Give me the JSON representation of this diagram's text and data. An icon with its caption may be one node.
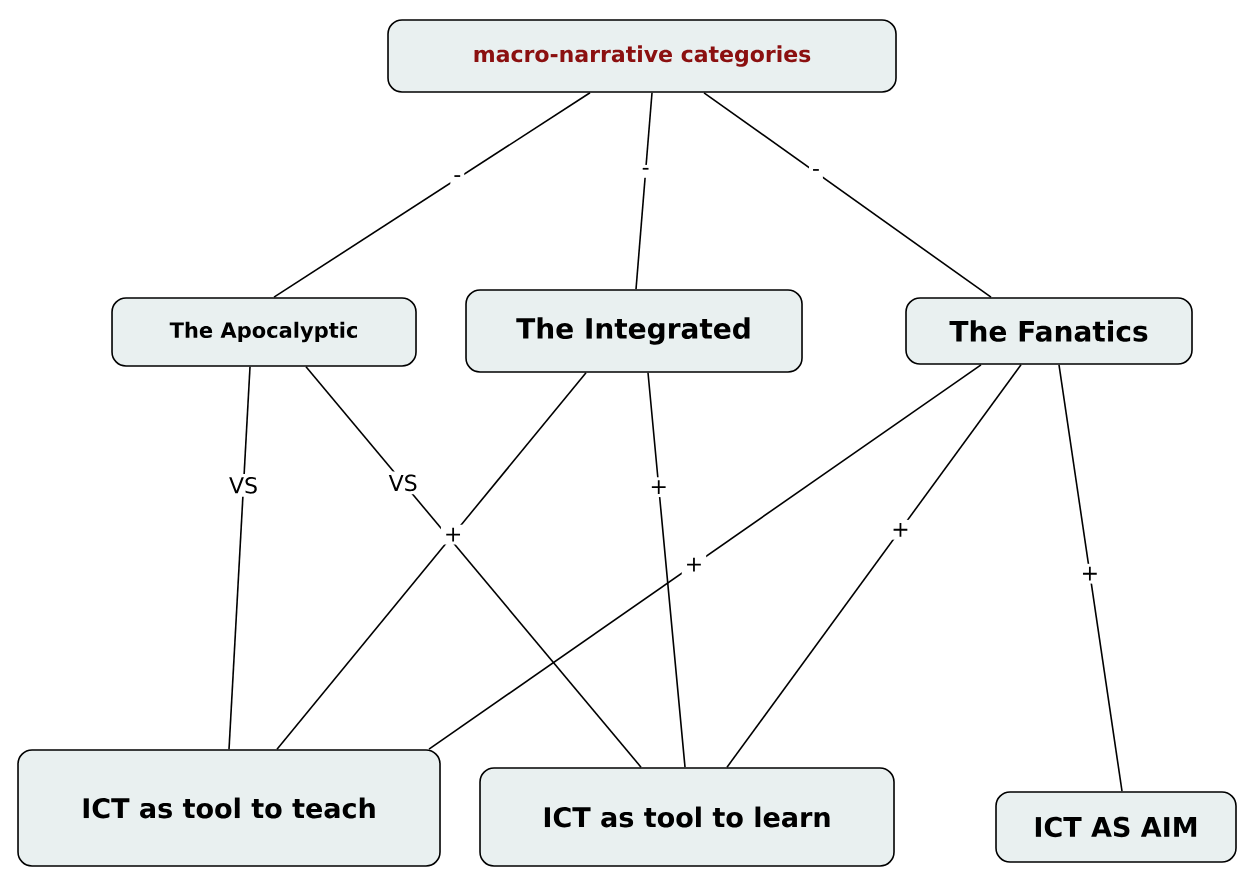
{
  "diagram": {
    "nodes": [
      {
        "text": [
          "macro-narrative categories"
        ]
      },
      {
        "text": [
          "The Apocalyptic"
        ]
      },
      {
        "text": [
          "The Integrated"
        ]
      },
      {
        "text": [
          "The Fanatics"
        ]
      },
      {
        "text": [
          "ICT as tool to teach"
        ]
      },
      {
        "text": [
          "ICT as tool to learn"
        ]
      },
      {
        "text": [
          "ICT AS AIM"
        ]
      }
    ],
    "edges": [
      {
        "from": 0,
        "to": 1,
        "arrow": "none",
        "label": "-"
      },
      {
        "from": 0,
        "to": 2,
        "arrow": "none",
        "label": "-"
      },
      {
        "from": 0,
        "to": 3,
        "arrow": "none",
        "label": "-"
      },
      {
        "from": 1,
        "to": 4,
        "arrow": "none",
        "label": "VS"
      },
      {
        "from": 1,
        "to": 5,
        "arrow": "none",
        "label": "VS"
      },
      {
        "from": 2,
        "to": 4,
        "arrow": "none",
        "label": "+"
      },
      {
        "from": 2,
        "to": 5,
        "arrow": "none",
        "label": "+"
      },
      {
        "from": 3,
        "to": 4,
        "arrow": "none",
        "label": "+"
      },
      {
        "from": 3,
        "to": 5,
        "arrow": "none",
        "label": "+"
      },
      {
        "from": 3,
        "to": 6,
        "arrow": "none",
        "label": "+"
      }
    ]
  }
}
